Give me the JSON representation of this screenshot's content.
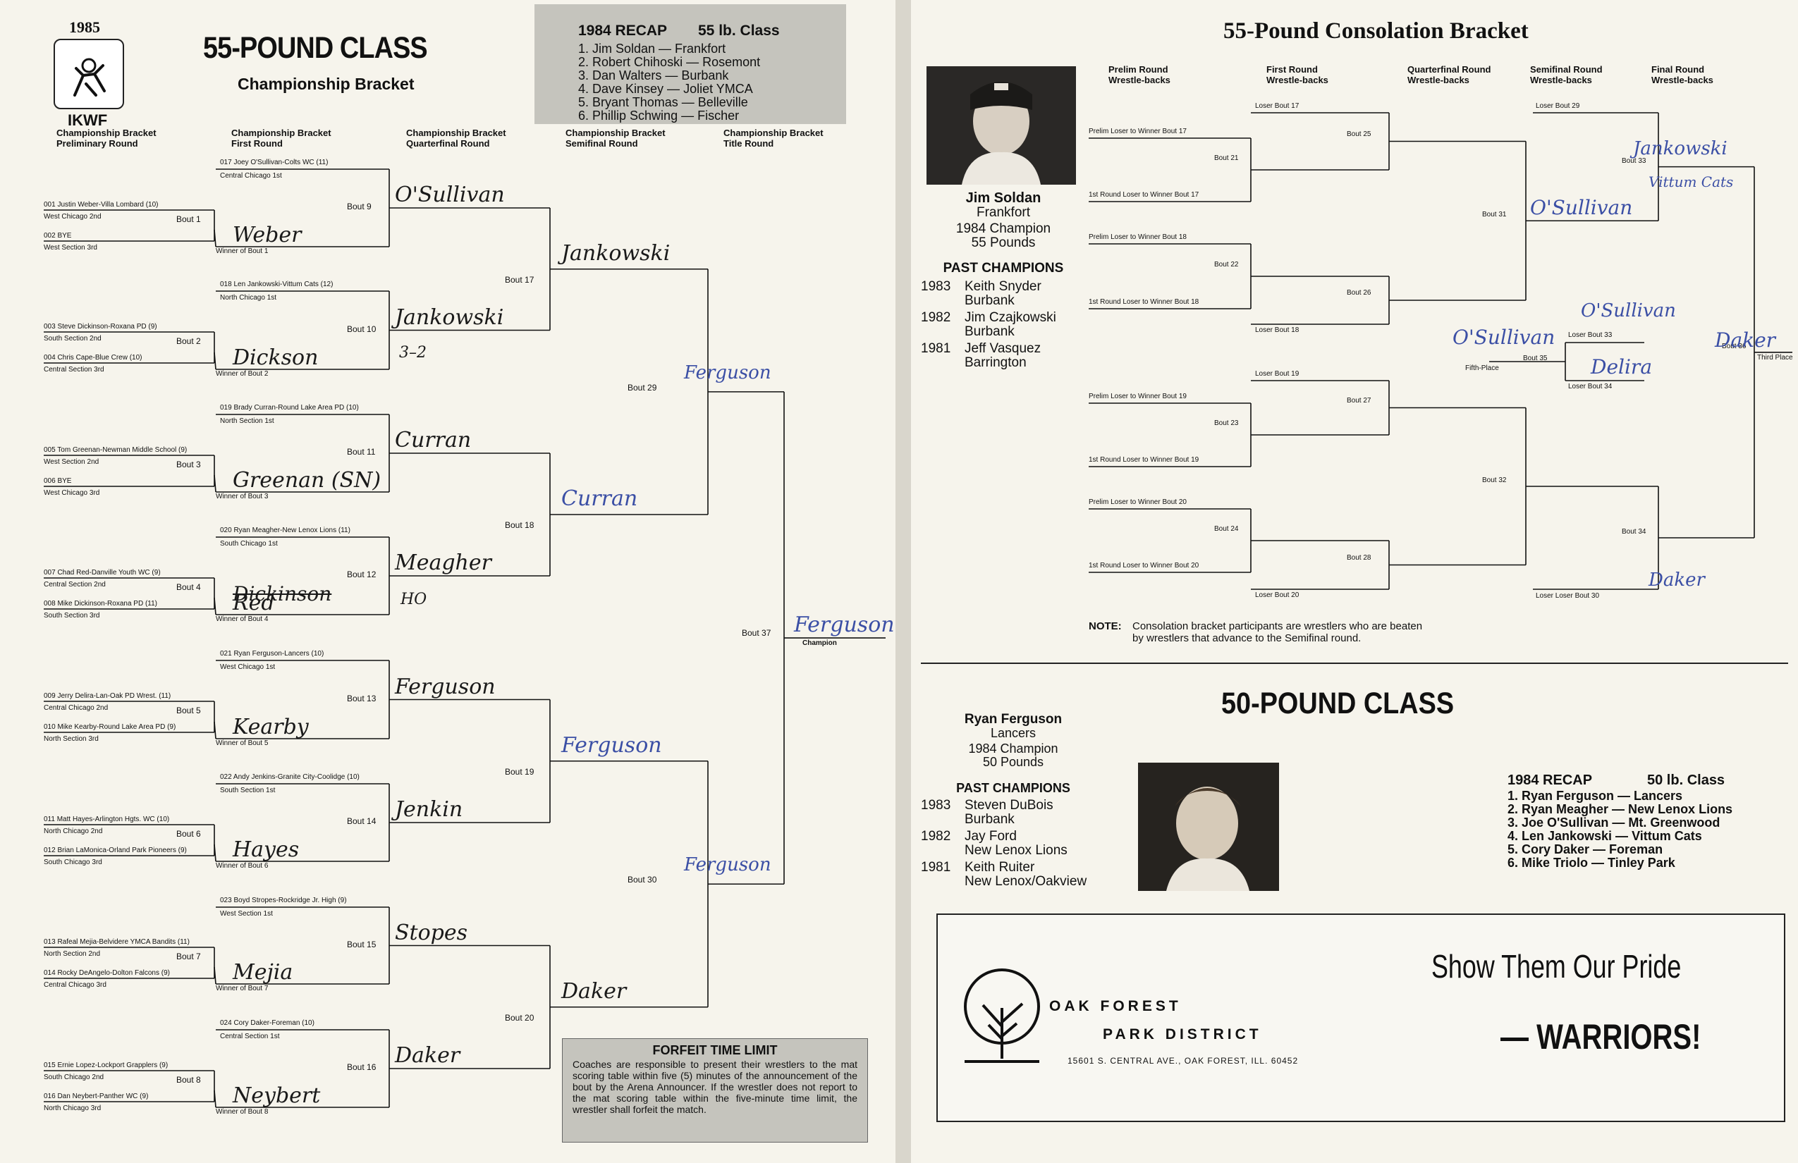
{
  "left": {
    "year": "1985",
    "org": "IKWF",
    "title": "55-POUND CLASS",
    "subtitle": "Championship Bracket",
    "recap": {
      "heading_left": "1984 RECAP",
      "heading_right": "55 lb. Class",
      "items": [
        "1. Jim Soldan — Frankfort",
        "2. Robert Chihoski — Rosemont",
        "3. Dan Walters — Burbank",
        "4. Dave Kinsey — Joliet YMCA",
        "5. Bryant Thomas — Belleville",
        "6. Phillip Schwing — Fischer"
      ]
    },
    "col_headers": [
      "Championship Bracket\nPreliminary Round",
      "Championship Bracket\nFirst Round",
      "Championship Bracket\nQuarterfinal Round",
      "Championship Bracket\nSemifinal Round",
      "Championship Bracket\nTitle Round"
    ],
    "prelim": [
      {
        "a": "001 Justin Weber-Villa Lombard (10)",
        "as": "West Chicago 2nd",
        "b": "002 BYE",
        "bs": "West Section 3rd",
        "bout": "Bout 1",
        "winner": "Winner of Bout 1",
        "hw": "Weber"
      },
      {
        "a": "003 Steve Dickinson-Roxana PD (9)",
        "as": "South Section 2nd",
        "b": "004 Chris Cape-Blue Crew (10)",
        "bs": "Central Section 3rd",
        "bout": "Bout 2",
        "winner": "Winner of Bout 2",
        "hw": "Dickson"
      },
      {
        "a": "005 Tom Greenan-Newman Middle School (9)",
        "as": "West Section 2nd",
        "b": "006 BYE",
        "bs": "West Chicago 3rd",
        "bout": "Bout 3",
        "winner": "Winner of Bout 3",
        "hw": "Greenan (SN)"
      },
      {
        "a": "007 Chad Red-Danville Youth WC (9)",
        "as": "Central Section 2nd",
        "b": "008 Mike Dickinson-Roxana PD (11)",
        "bs": "South Section 3rd",
        "bout": "Bout 4",
        "winner": "Winner of Bout 4",
        "hw": "Red"
      },
      {
        "a": "009 Jerry Delira-Lan-Oak PD Wrest. (11)",
        "as": "Central Chicago 2nd",
        "b": "010 Mike Kearby-Round Lake Area PD (9)",
        "bs": "North Section 3rd",
        "bout": "Bout 5",
        "winner": "Winner of Bout 5",
        "hw": "Kearby"
      },
      {
        "a": "011 Matt Hayes-Arlington Hgts. WC (10)",
        "as": "North Chicago 2nd",
        "b": "012 Brian LaMonica-Orland Park Pioneers (9)",
        "bs": "South Chicago 3rd",
        "bout": "Bout 6",
        "winner": "Winner of Bout 6",
        "hw": "Hayes"
      },
      {
        "a": "013 Rafeal Mejia-Belvidere YMCA Bandits (11)",
        "as": "North Section 2nd",
        "b": "014 Rocky DeAngelo-Dolton Falcons (9)",
        "bs": "Central Chicago 3rd",
        "bout": "Bout 7",
        "winner": "Winner of Bout 7",
        "hw": "Mejia"
      },
      {
        "a": "015 Ernie Lopez-Lockport Grapplers (9)",
        "as": "South Chicago 2nd",
        "b": "016 Dan Neybert-Panther WC (9)",
        "bs": "North Chicago 3rd",
        "bout": "Bout 8",
        "winner": "Winner of Bout 8",
        "hw": "Neybert"
      }
    ],
    "first": [
      {
        "a": "017 Joey O'Sullivan-Colts WC (11)",
        "as": "Central Chicago 1st",
        "bout": "Bout 9",
        "hw": "O'Sullivan"
      },
      {
        "a": "018 Len Jankowski-Vittum Cats (12)",
        "as": "North Chicago 1st",
        "bout": "Bout 10",
        "hw": "Jankowski"
      },
      {
        "a": "019 Brady Curran-Round Lake Area PD (10)",
        "as": "North Section 1st",
        "bout": "Bout 11",
        "hw": "Curran"
      },
      {
        "a": "020 Ryan Meagher-New Lenox Lions (11)",
        "as": "South Chicago 1st",
        "bout": "Bout 12",
        "hw": "Meagher"
      },
      {
        "a": "021 Ryan Ferguson-Lancers (10)",
        "as": "West Chicago 1st",
        "bout": "Bout 13",
        "hw": "Ferguson"
      },
      {
        "a": "022 Andy Jenkins-Granite City-Coolidge (10)",
        "as": "South Section 1st",
        "bout": "Bout 14",
        "hw": "Jenkin"
      },
      {
        "a": "023 Boyd Stropes-Rockridge Jr. High (9)",
        "as": "West Section 1st",
        "bout": "Bout 15",
        "hw": "Stopes"
      },
      {
        "a": "024 Cory Daker-Foreman (10)",
        "as": "Central Section 1st",
        "bout": "Bout 16",
        "hw": "Daker"
      }
    ],
    "quarter": [
      {
        "bout": "Bout 17",
        "hw": "Jankowski"
      },
      {
        "bout": "Bout 18",
        "hw": "Curran"
      },
      {
        "bout": "Bout 19",
        "hw": "Ferguson"
      },
      {
        "bout": "Bout 20",
        "hw": "Daker"
      }
    ],
    "semi": [
      {
        "bout": "Bout 29",
        "hw": "Ferguson"
      },
      {
        "bout": "Bout 30",
        "hw": "Ferguson"
      }
    ],
    "final": {
      "bout": "Bout 37",
      "champion_label": "Champion",
      "hw": "Ferguson"
    },
    "margin_notes": {
      "b10": "3–2",
      "b12": "HO",
      "b4_strike": "Dickinson"
    },
    "forfeit": {
      "title": "FORFEIT TIME LIMIT",
      "text": "Coaches are responsible to present their wrestlers to the mat scoring table within five (5) minutes of the announcement of the bout by the Arena Announcer. If the wrestler does not report to the mat scoring table within the five-minute time limit, the wrestler shall forfeit the match."
    }
  },
  "right": {
    "title": "55-Pound Consolation Bracket",
    "col_headers": [
      "Prelim Round\nWrestle-backs",
      "First Round\nWrestle-backs",
      "Quarterfinal Round\nWrestle-backs",
      "Semifinal Round\nWrestle-backs",
      "Final Round\nWrestle-backs"
    ],
    "champ55": {
      "name": "Jim Soldan",
      "town": "Frankfort",
      "line1": "1984 Champion",
      "line2": "55 Pounds"
    },
    "past55_title": "PAST CHAMPIONS",
    "past55": [
      {
        "year": "1983",
        "name": "Keith Snyder",
        "town": "Burbank"
      },
      {
        "year": "1982",
        "name": "Jim Czajkowski",
        "town": "Burbank"
      },
      {
        "year": "1981",
        "name": "Jeff Vasquez",
        "town": "Barrington"
      }
    ],
    "cons": {
      "prelim_winner_17": "Prelim Loser to Winner Bout 17",
      "first_17": "1st Round Loser to Winner Bout 17",
      "prelim_winner_18": "Prelim Loser to Winner Bout 18",
      "first_18": "1st Round Loser to Winner Bout 18",
      "prelim_winner_19": "Prelim Loser to Winner Bout 19",
      "first_19": "1st Round Loser to Winner Bout 19",
      "prelim_winner_20": "Prelim Loser to Winner Bout 20",
      "first_20": "1st Round Loser to Winner Bout 20",
      "b21": "Bout 21",
      "b22": "Bout 22",
      "b23": "Bout 23",
      "b24": "Bout 24",
      "l17": "Loser Bout 17",
      "l18": "Loser Bout 18",
      "l19": "Loser Bout 19",
      "l20": "Loser Bout 20",
      "b25": "Bout 25",
      "b26": "Bout 26",
      "b27": "Bout 27",
      "b28": "Bout 28",
      "b31": "Bout 31",
      "b32": "Bout 32",
      "l29": "Loser Bout 29",
      "b33": "Bout 33",
      "b34": "Bout 34",
      "ll30": "Loser Loser Bout 30",
      "l33": "Loser Bout 33",
      "b35": "Bout 35",
      "l34": "Loser Bout 34",
      "fifth": "Fifth-Place",
      "b36": "Bout 36",
      "third": "Third Place"
    },
    "cons_hw": {
      "b33": "Jankowski",
      "b33b": "Vittum Cats",
      "b31": "O'Sullivan",
      "l33": "O'Sullivan",
      "fifth": "O'Sullivan",
      "l34": "Delira",
      "third": "Daker",
      "ll30": "Daker"
    },
    "note_label": "NOTE:",
    "note": "Consolation bracket participants are wrestlers who are beaten by wrestlers that advance to the Semifinal round.",
    "title50": "50-POUND CLASS",
    "champ50": {
      "name": "Ryan Ferguson",
      "town": "Lancers",
      "line1": "1984 Champion",
      "line2": "50 Pounds"
    },
    "past50_title": "PAST CHAMPIONS",
    "past50": [
      {
        "year": "1983",
        "name": "Steven DuBois",
        "town": "Burbank"
      },
      {
        "year": "1982",
        "name": "Jay Ford",
        "town": "New Lenox Lions"
      },
      {
        "year": "1981",
        "name": "Keith Ruiter",
        "town": "New Lenox/Oakview"
      }
    ],
    "recap50": {
      "heading_left": "1984 RECAP",
      "heading_right": "50 lb. Class",
      "items": [
        "1. Ryan Ferguson — Lancers",
        "2. Ryan Meagher — New Lenox Lions",
        "3. Joe O'Sullivan — Mt. Greenwood",
        "4. Len Jankowski — Vittum Cats",
        "5. Cory Daker — Foreman",
        "6. Mike Triolo — Tinley Park"
      ]
    },
    "ad": {
      "line1": "OAK FOREST",
      "line2": "PARK DISTRICT",
      "address": "15601 S. CENTRAL AVE., OAK FOREST, ILL. 60452",
      "slogan1": "Show Them Our Pride",
      "slogan2": "— WARRIORS!"
    }
  }
}
